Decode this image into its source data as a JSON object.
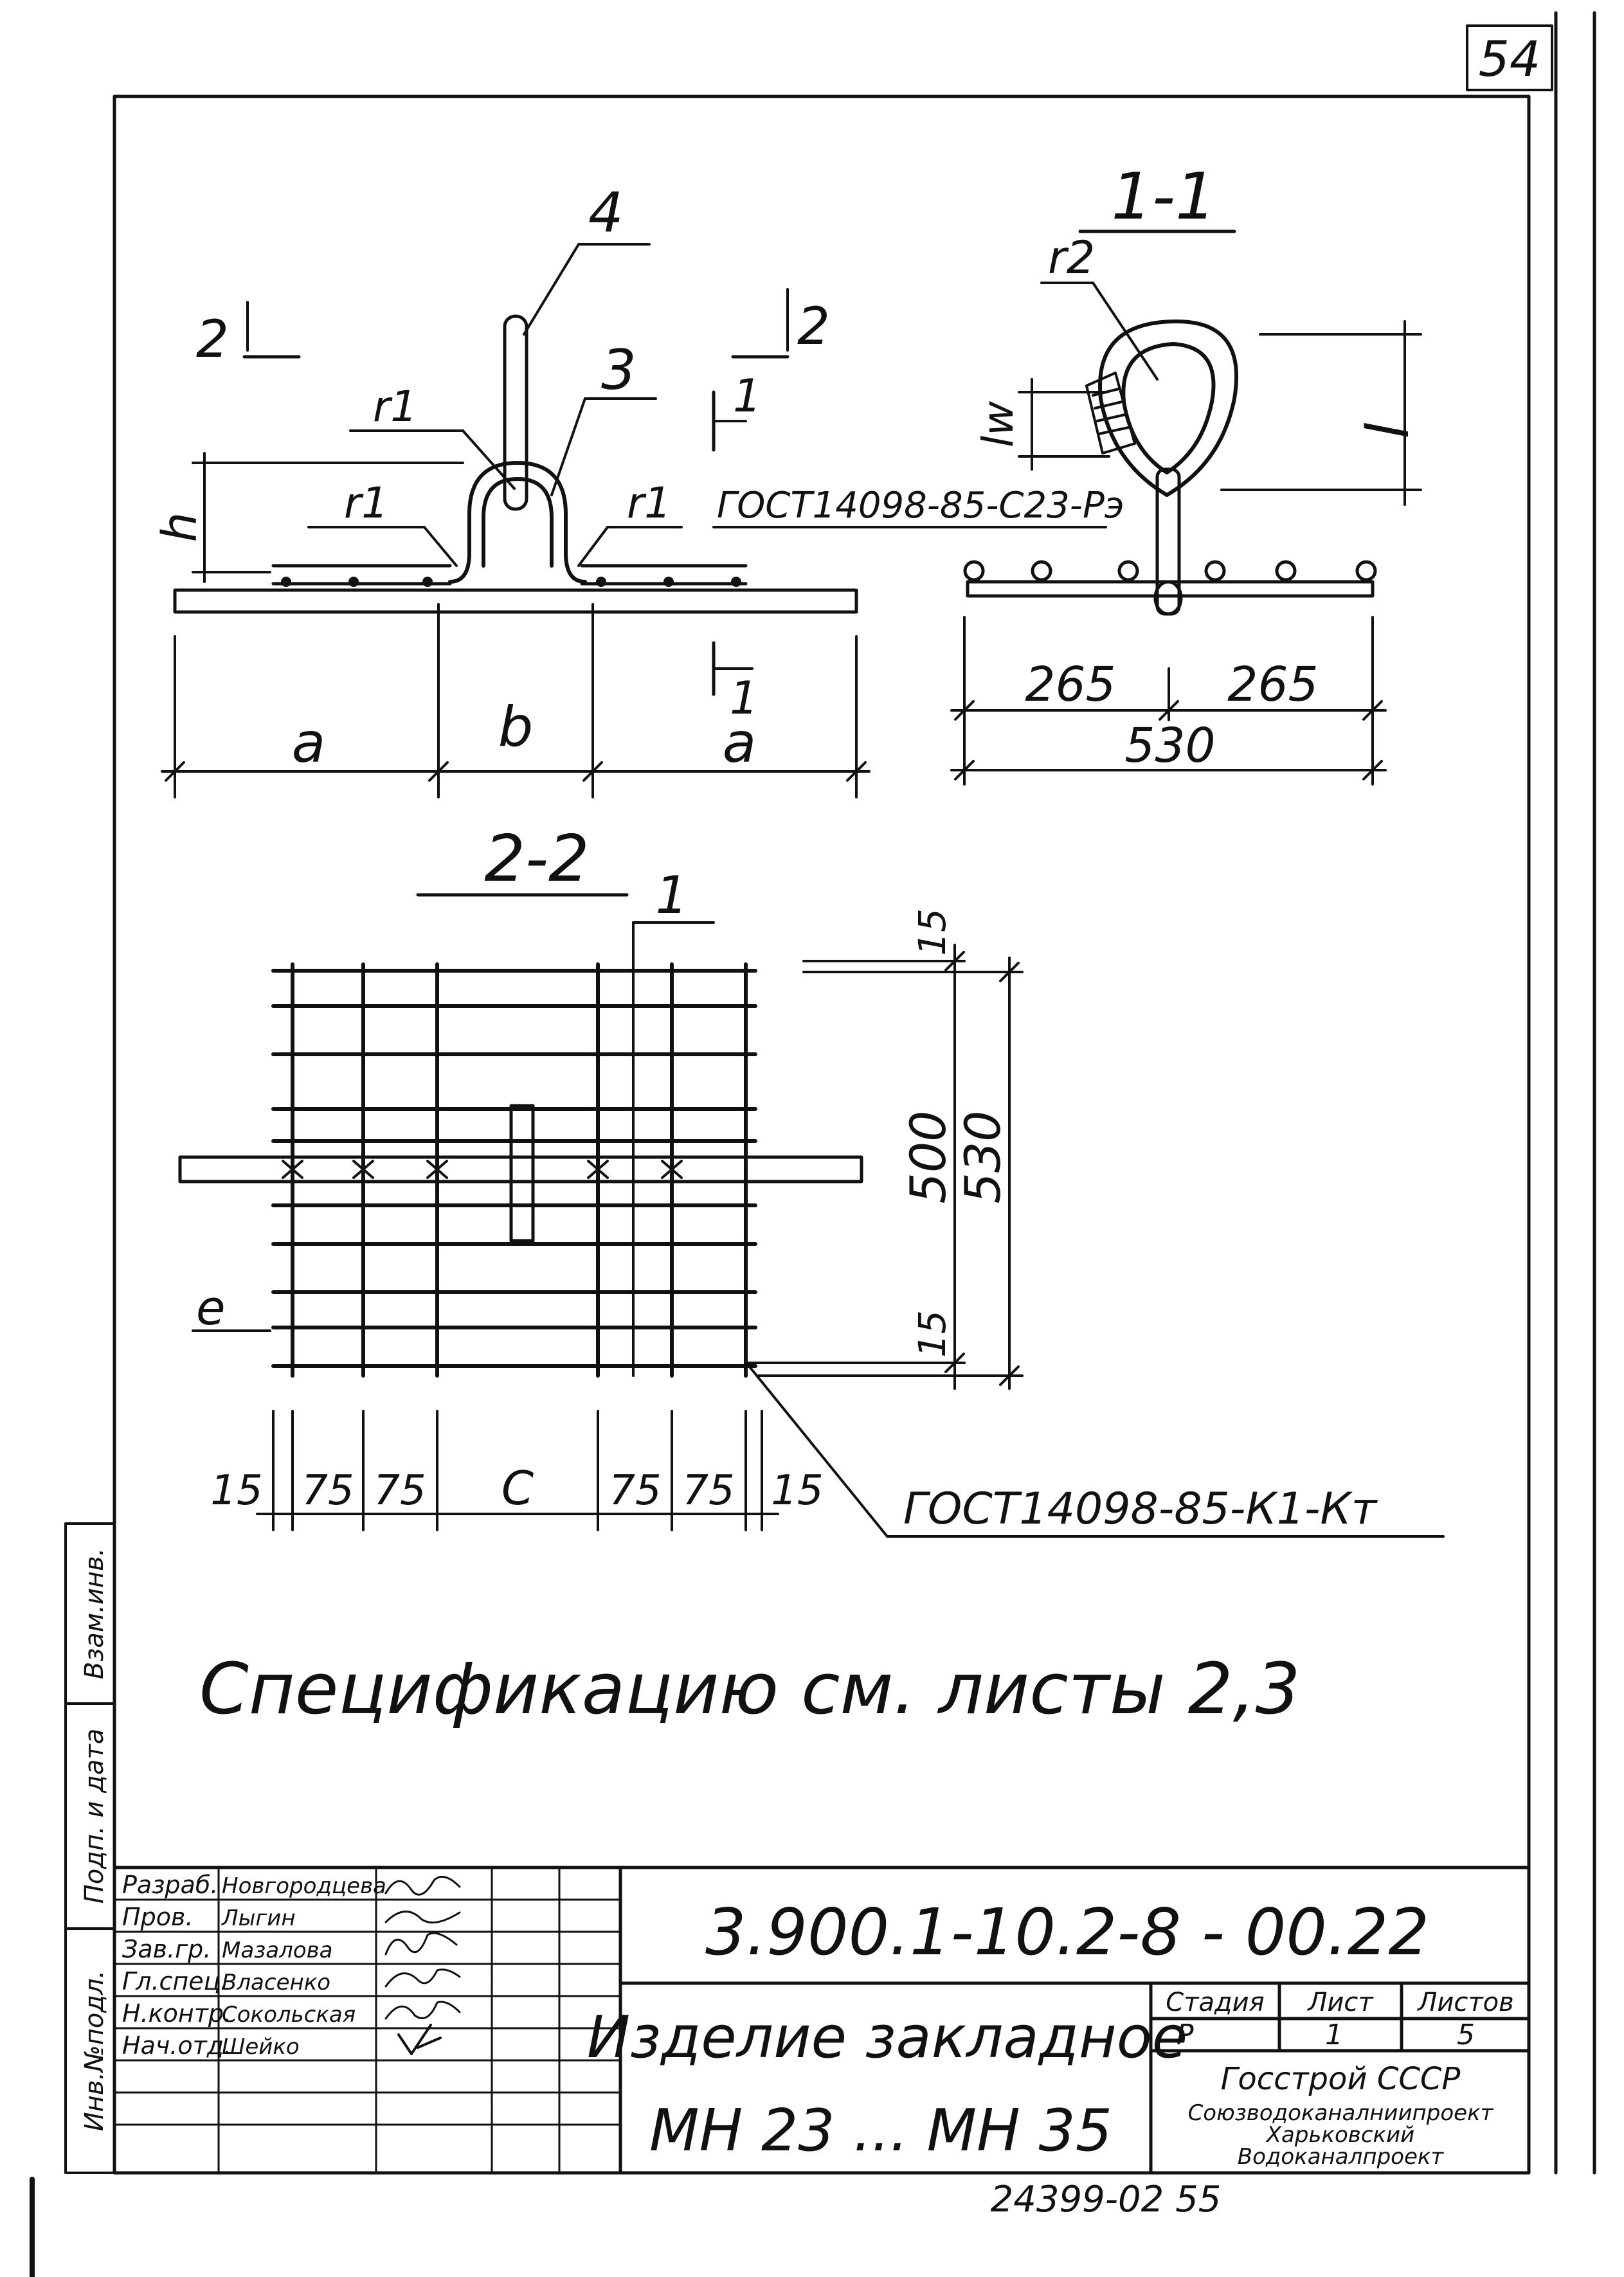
{
  "sheet": {
    "page_number": "54"
  },
  "views": {
    "front": {
      "section_mark_left": "2",
      "section_mark_right": "2",
      "section_mark_cut": "1",
      "section_mark_cut_bottom": "1",
      "label_anchor": "4",
      "label_loop": "3",
      "label_r1_top": "r1",
      "label_r1_left": "r1",
      "label_r1_right": "r1",
      "label_h": "h",
      "gost_weld": "ГОСТ14098-85-С23-Рэ",
      "dim_a_left": "a",
      "dim_b": "b",
      "dim_a_right": "a"
    },
    "section_1_1": {
      "title": "1-1",
      "label_r2": "r2",
      "label_lw": "lw",
      "label_l": "l",
      "dim_265_left": "265",
      "dim_265_right": "265",
      "dim_530": "530"
    },
    "section_2_2": {
      "title": "2-2",
      "label_1": "1",
      "dim_15_top": "15",
      "dim_500": "500",
      "dim_530": "530",
      "dim_15_bottom": "15",
      "label_e": "e",
      "dims_bottom": [
        "15",
        "75",
        "75",
        "C",
        "75",
        "75",
        "15"
      ],
      "gost_mesh": "ГОСТ14098-85-К1-Кт"
    }
  },
  "note": "Спецификацию см. листы 2,3",
  "side_stamp": [
    "Инв.№подл.",
    "Подп. и дата",
    "Взам.инв."
  ],
  "title_block": {
    "doc_number": "3.900.1-10.2-8 - 00.22",
    "product_name": "Изделие закладное",
    "product_range": "МН 23 ... МН 35",
    "columns": {
      "stage": "Стадия",
      "sheet": "Лист",
      "sheets": "Листов"
    },
    "values": {
      "stage": "Р",
      "sheet": "1",
      "sheets": "5"
    },
    "org_line1": "Госстрой СССР",
    "org_line2": "Союзводоканалниипроект",
    "org_line3": "Харьковский",
    "org_line4": "Водоканалпроект",
    "signatures": [
      {
        "role": "Разраб.",
        "name": "Новгородцева"
      },
      {
        "role": "Пров.",
        "name": "Лыгин"
      },
      {
        "role": "Зав.гр.",
        "name": "Мазалова"
      },
      {
        "role": "Гл.спец.",
        "name": "Власенко"
      },
      {
        "role": "Н.контр.",
        "name": "Сокольская"
      },
      {
        "role": "Нач.отд.",
        "name": "Шейко"
      }
    ]
  },
  "footer_code": "24399-02  55"
}
